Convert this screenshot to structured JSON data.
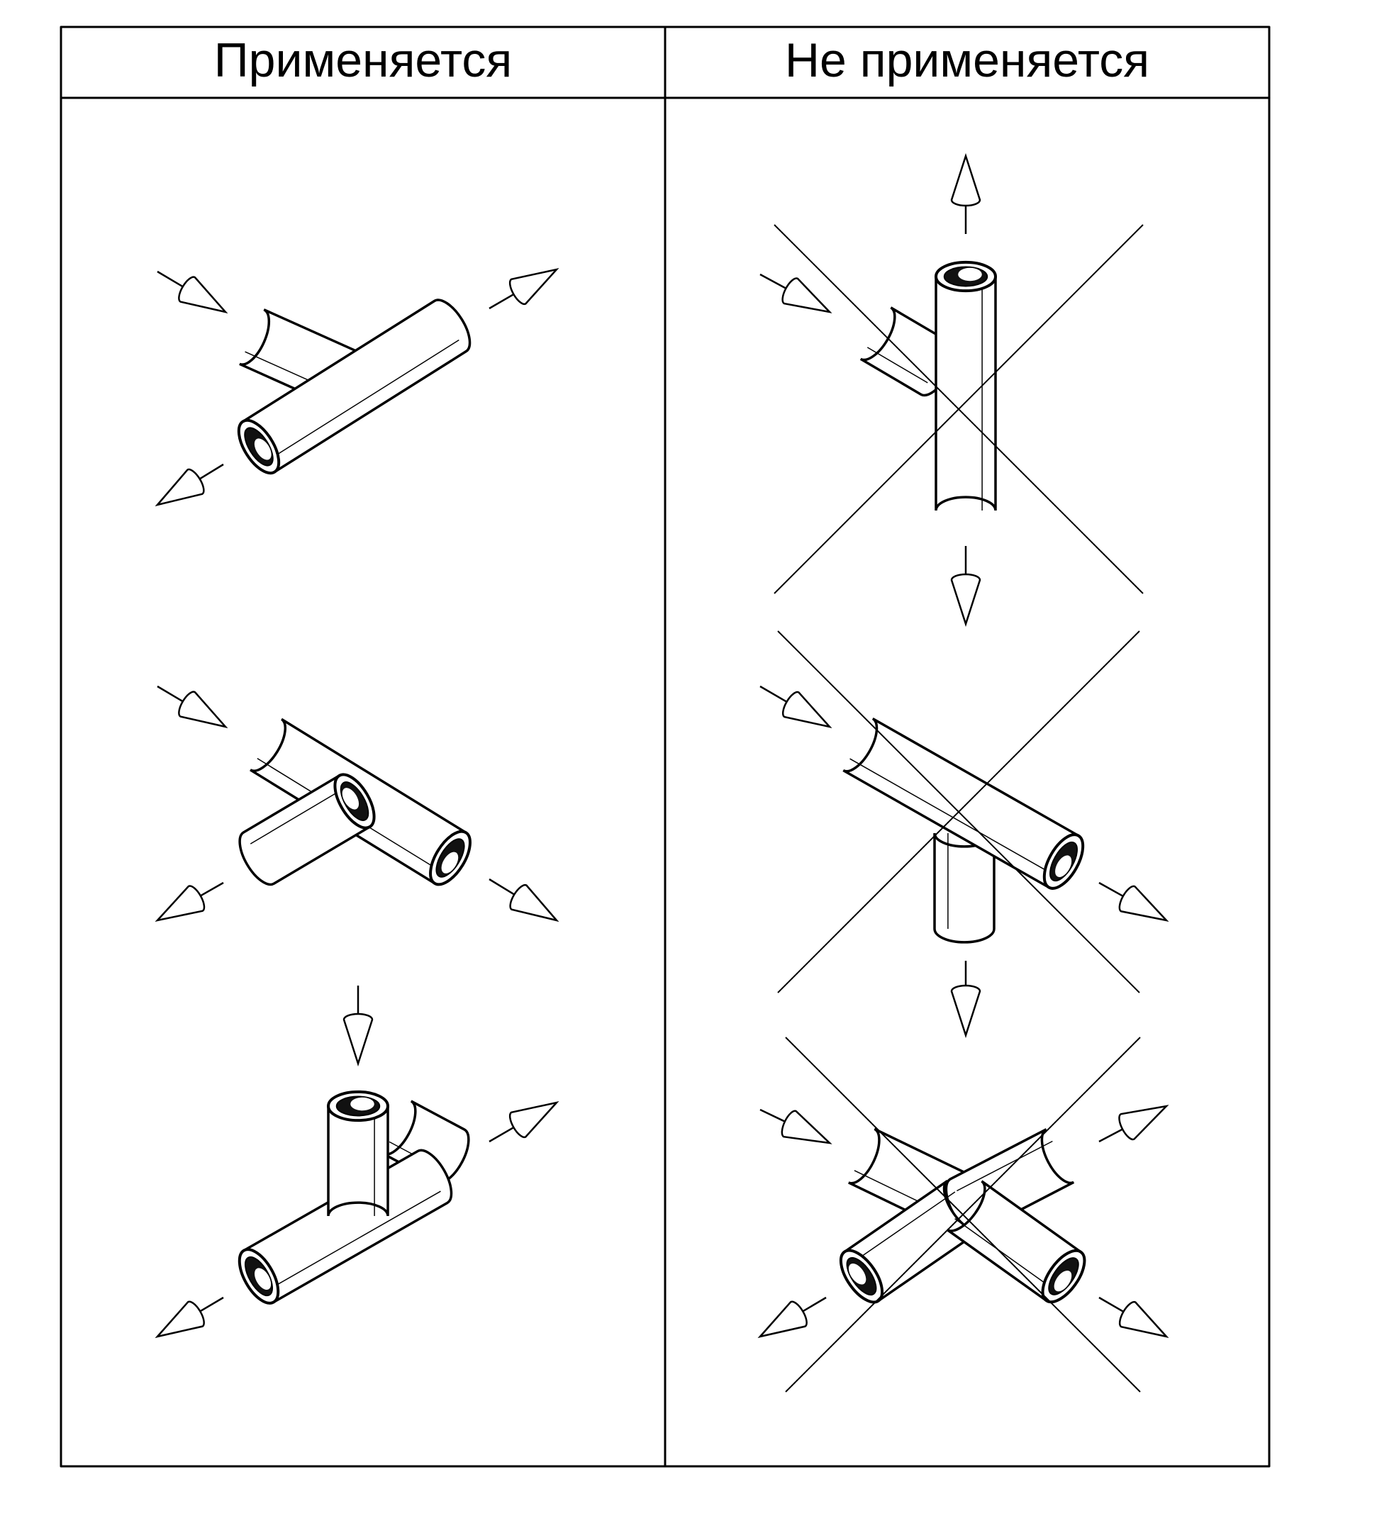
{
  "table": {
    "col_left_title": "Применяется",
    "col_right_title": "Не применяется"
  },
  "diagram": {
    "left_fittings": [
      "tee-straight-run",
      "tee-branch-split",
      "tee-vertical-inlet"
    ],
    "right_fittings": [
      "tee-vertical-run",
      "tee-down-outlet",
      "cross"
    ],
    "right_crossed_out": true,
    "line_color": "#000000",
    "background": "#ffffff"
  }
}
